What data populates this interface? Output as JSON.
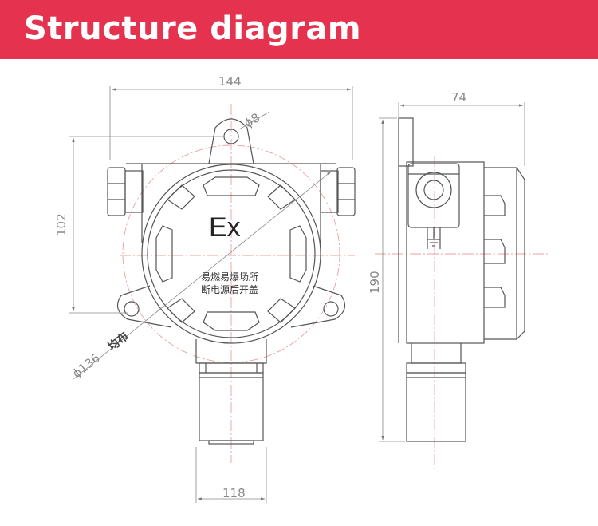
{
  "header": {
    "title": "Structure diagram",
    "background_color": "#e5334f",
    "text_color": "#ffffff"
  },
  "front_view": {
    "ex_mark": "Ex",
    "warning_line1": "易燃易爆场所",
    "warning_line2": "断电源后开盖",
    "dim_width": "144",
    "dim_height": "102",
    "dim_hole": "ϕ8",
    "dim_bolt_circle": "ϕ136",
    "dim_bolt_note": "均布",
    "dim_bottom_width": "118"
  },
  "side_view": {
    "dim_depth": "74",
    "dim_total_height": "190"
  },
  "colors": {
    "outline": "#555555",
    "dimension": "#888888",
    "center_line": "#e8a0a0"
  }
}
